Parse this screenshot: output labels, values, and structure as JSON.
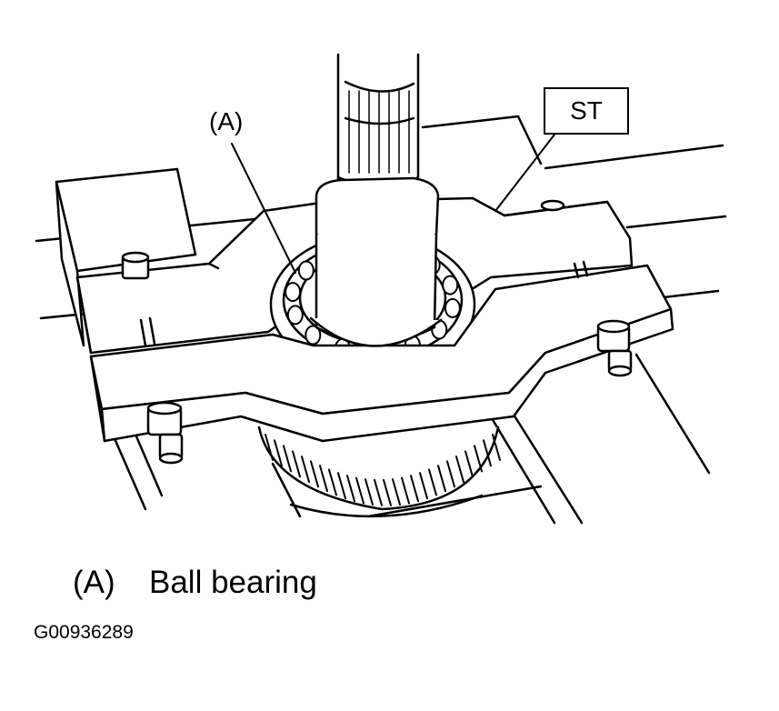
{
  "callouts": {
    "bearing_ref": "(A)",
    "tool_ref": "ST"
  },
  "legend": {
    "key": "(A)",
    "description": "Ball bearing"
  },
  "figure_id": "G00936289"
}
